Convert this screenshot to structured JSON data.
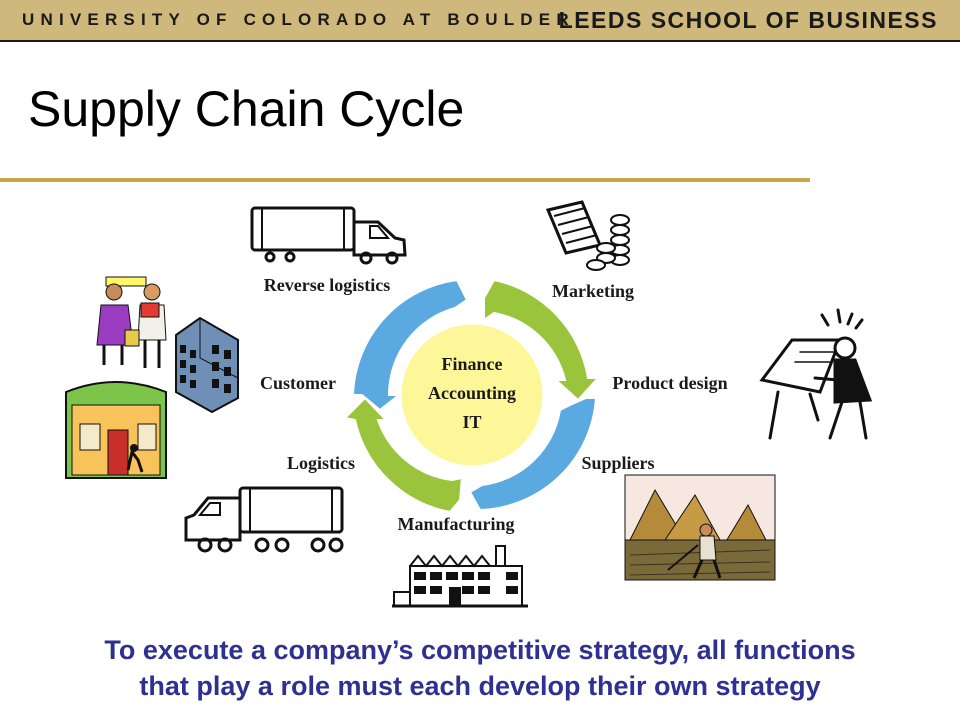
{
  "header": {
    "university": "UNIVERSITY OF COLORADO AT BOULDER",
    "school": "LEEDS SCHOOL OF BUSINESS"
  },
  "slide": {
    "title": "Supply Chain Cycle"
  },
  "cycle": {
    "center_lines": [
      "Finance",
      "Accounting",
      "IT"
    ],
    "labels": {
      "reverse_logistics": "Reverse logistics",
      "marketing": "Marketing",
      "customer": "Customer",
      "product_design": "Product design",
      "logistics": "Logistics",
      "suppliers": "Suppliers",
      "manufacturing": "Manufacturing"
    },
    "colors": {
      "blue_arrow": "#5aa9e0",
      "green_arrow": "#9ac43c",
      "center_fill": "#fdf79a",
      "title_rule": "#c9a646",
      "footer_text": "#2e3192"
    }
  },
  "footer": {
    "line1": "To execute a company’s competitive strategy, all functions",
    "line2": "that play a role must each develop their own strategy"
  }
}
